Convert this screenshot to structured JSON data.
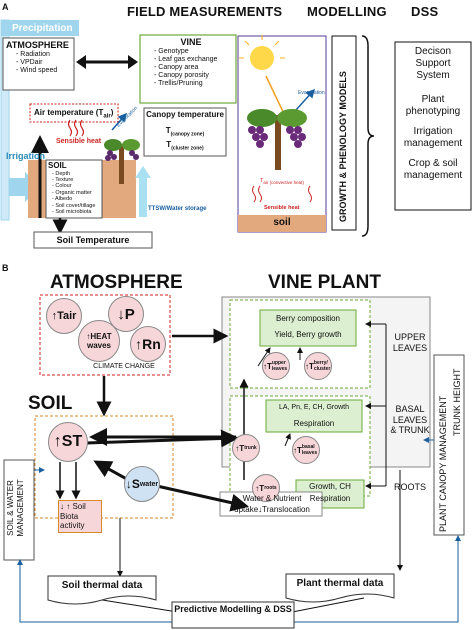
{
  "panel_a": {
    "letter": "A",
    "field_measurements_header": "FIELD MEASUREMENTS",
    "modelling_header": "MODELLING",
    "dss_header": "DSS",
    "precipitation": "Precipitation",
    "irrigation": "Irrigation",
    "atmosphere": {
      "title": "ATMOSPHERE",
      "items": [
        "- Radiation",
        "- VPDair",
        "- Wind speed"
      ]
    },
    "vine": {
      "title": "VINE",
      "items": [
        "- Genotype",
        "- Leaf gas exchange",
        "- Canopy area",
        "- Canopy porosity",
        "- Trellis/Pruning"
      ]
    },
    "air_temperature": "Air temperature (T",
    "air_temperature_sub": "air",
    "air_temperature_close": ")",
    "canopy_temperature": {
      "title": "Canopy temperature",
      "line1": "T",
      "line1_sub": "(canopy zone)",
      "line2": "T",
      "line2_sub": "(cluster zone)"
    },
    "evaporation_left": "Evaporation",
    "sensible_heat_left": "Sensible heat",
    "soil": {
      "title": "SOIL",
      "items": [
        "- Depth",
        "- Texture",
        "- Colour",
        "- Organic matter",
        "- Albedo",
        "- Soil cover/tillage",
        "- Soil microbiota"
      ]
    },
    "ttsw": "TTSW/Water storage",
    "soil_temperature": "Soil Temperature",
    "models_label": "GROWTH & PHENOLOGY MODELS",
    "evaporation_right": "Evaporation",
    "convective_heat": "T",
    "convective_heat_sub": "air (convective heat)",
    "sensible_heat_right": "Sensible heat",
    "soil_right": "soil",
    "dss_box": {
      "title_lines": [
        "Decison",
        "Support",
        "System"
      ],
      "items": [
        "Plant phenotyping",
        "Irrigation management",
        "Crop & soil management"
      ]
    }
  },
  "panel_b": {
    "letter": "B",
    "atmosphere_header": "ATMOSPHERE",
    "vine_plant_header": "VINE PLANT",
    "soil_header": "SOIL",
    "tair": "↑Tair",
    "p": "↓P",
    "heat_waves": "↑HEAT waves",
    "rn": "↑Rn",
    "climate_change": "CLIMATE CHANGE",
    "st": "↑ST",
    "swater": "↓S",
    "swater_sub": "water",
    "soil_biota": "↓ ↑ Soil Biota activity",
    "berry_composition": "Berry composition",
    "yield": "Yield, Berry growth",
    "t_upper": "↑T",
    "t_upper_sub": "upper leaves",
    "t_berry": "↑T",
    "t_berry_sub": "berry/ cluster",
    "la_line": "LA, Pn, E, CH, Growth",
    "respiration": "Respiration",
    "t_trunk": "↑T",
    "t_trunk_sub": "trunk",
    "t_basal": "↑T",
    "t_basal_sub": "basal leaves",
    "t_roots": "↑T",
    "t_roots_sub": "roots",
    "growth_ch": "Growth, CH",
    "respiration_roots": "Respiration",
    "water_nutrient": "Water & Nutrient",
    "uptake": "uptake↓Translocation",
    "upper_leaves": "UPPER LEAVES",
    "basal_leaves": "BASAL LEAVES & TRUNK",
    "roots": "ROOTS",
    "plant_canopy": "PLANT CANOPY MANAGEMENT",
    "trunk_height": "TRUNK HEIGHT",
    "soil_water_mgmt": "SOIL & WATER MANAGEMENT",
    "soil_thermal": "Soil thermal data",
    "plant_thermal": "Plant thermal data",
    "predictive": "Predictive Modelling & DSS"
  },
  "colors": {
    "precip_blue": "#9fd6ee",
    "cyan_arrow": "#56c8e8",
    "atmos_red": "#cc2222",
    "vine_green": "#6aaa3a",
    "soil_orange": "#d88a2a",
    "soil_brown": "#e2a97e",
    "pink_fill": "#f7d6da",
    "blue_fill": "#cfe2f3",
    "green_fill": "#dcefd0"
  }
}
